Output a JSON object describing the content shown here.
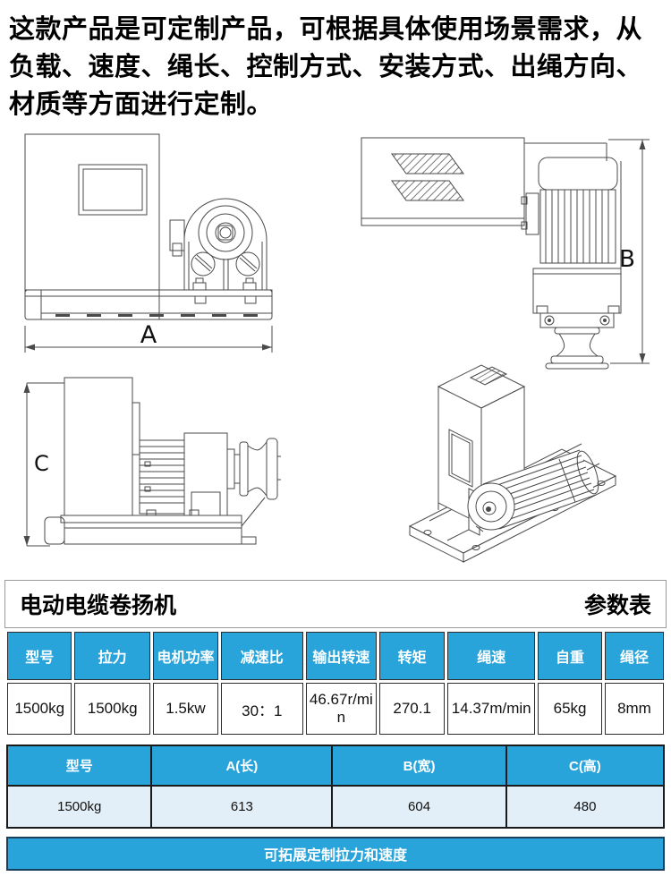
{
  "colors": {
    "accent": "#29A4DB",
    "row_light": "#E3EFF8",
    "bar_border": "#17405E",
    "table_border": "#1a1a1a",
    "box_border": "#9a9a9a"
  },
  "intro": {
    "lines": [
      "这款产品是可定制产品，可根据具体使用场景需求，从",
      "负载、速度、绳长、控制方式、安装方式、出绳方向、",
      "材质等方面进行定制。"
    ]
  },
  "drawings": {
    "dim_length_label": "A",
    "dim_width_label": "B",
    "dim_height_label": "C"
  },
  "spec": {
    "title": "电动电缆卷扬机",
    "subtitle": "参数表",
    "param_table": {
      "headers": [
        "型号",
        "拉力",
        "电机功率",
        "减速比",
        "输出转速",
        "转矩",
        "绳速",
        "自重",
        "绳径"
      ],
      "row": [
        "1500kg",
        "1500kg",
        "1.5kw",
        "30：1",
        "46.67r/min",
        "270.1",
        "14.37m/min",
        "65kg",
        "8mm"
      ]
    },
    "dim_table": {
      "headers": [
        "型号",
        "A(长)",
        "B(宽)",
        "C(高)"
      ],
      "row": [
        "1500kg",
        "613",
        "604",
        "480"
      ]
    },
    "footer_note": "可拓展定制拉力和速度"
  }
}
